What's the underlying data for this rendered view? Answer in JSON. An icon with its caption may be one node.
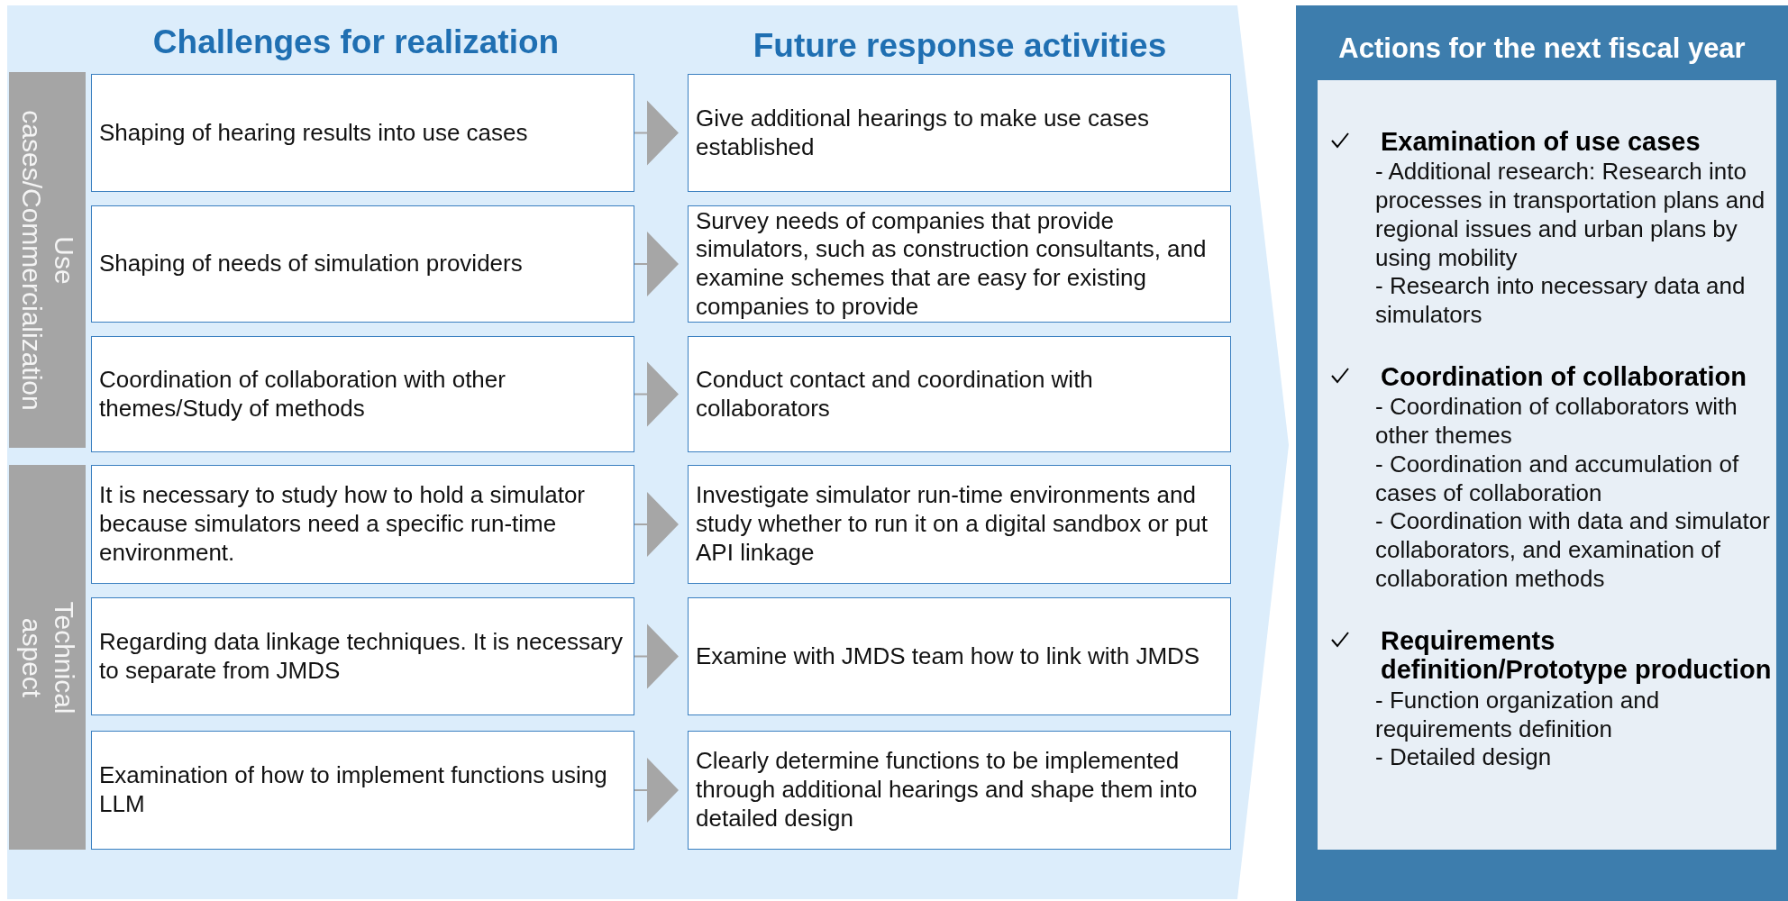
{
  "diagram": {
    "nodes": [
      {
        "text": [
          "Use cases/Commercialization"
        ]
      },
      {
        "text": [
          "Technical aspect"
        ]
      },
      {
        "text": [
          "Shaping of hearing results into use cases"
        ]
      },
      {
        "text": [
          "Shaping of needs of simulation providers"
        ]
      },
      {
        "text": [
          "Coordination of collaboration with other themes/Study of methods"
        ]
      },
      {
        "text": [
          "It is necessary to study how to hold a simulator because simulators need a specific run-time environment."
        ]
      },
      {
        "text": [
          "Regarding data linkage techniques. It is necessary to separate from JMDS"
        ]
      },
      {
        "text": [
          "Examination of how to implement functions using LLM"
        ]
      },
      {
        "text": [
          "Give additional hearings to make use cases established"
        ]
      },
      {
        "text": [
          "Survey needs of companies that provide simulators, such as construction consultants, and examine schemes that are easy for existing companies to provide"
        ]
      },
      {
        "text": [
          "Conduct contact and coordination with collaborators"
        ]
      },
      {
        "text": [
          "Investigate simulator run-time environments and study whether to run it on a digital sandbox or put API linkage"
        ]
      },
      {
        "text": [
          "Examine with JMDS team how to link with JMDS"
        ]
      },
      {
        "text": [
          "Clearly determine functions to be implemented through additional hearings and shape them into detailed design"
        ]
      },
      {
        "text": [
          "Actions for the next fiscal year"
        ]
      },
      {
        "text": [],
        "shape": "box",
        "in": 14
      },
      {
        "text": [
          "Examination of use cases",
          "- Additional research: Research into processes in transportation plans and regional issues and urban plans by using mobility",
          "- Research into necessary data and simulators"
        ],
        "in": 15
      },
      {
        "text": [
          "Coordination of collaboration",
          "- Coordination of collaborators with other themes",
          "- Coordination and accumulation of cases of collaboration",
          "- Coordination with data and simulator collaborators, and examination of collaboration methods"
        ],
        "in": 15
      },
      {
        "text": [
          "Requirements definition/Prototype production",
          "- Function organization and requirements definition",
          "- Detailed design"
        ],
        "in": 15
      }
    ],
    "edges": [
      {
        "from": 2,
        "to": 8,
        "arrow": "to"
      },
      {
        "from": 3,
        "to": 9,
        "arrow": "to"
      },
      {
        "from": 4,
        "to": 10,
        "arrow": "to"
      },
      {
        "from": 5,
        "to": 11,
        "arrow": "to"
      },
      {
        "from": 6,
        "to": 12,
        "arrow": "to"
      },
      {
        "from": 7,
        "to": 13,
        "arrow": "to"
      }
    ],
    "labels": [
      "Challenges for realization",
      "Future response activities"
    ]
  }
}
